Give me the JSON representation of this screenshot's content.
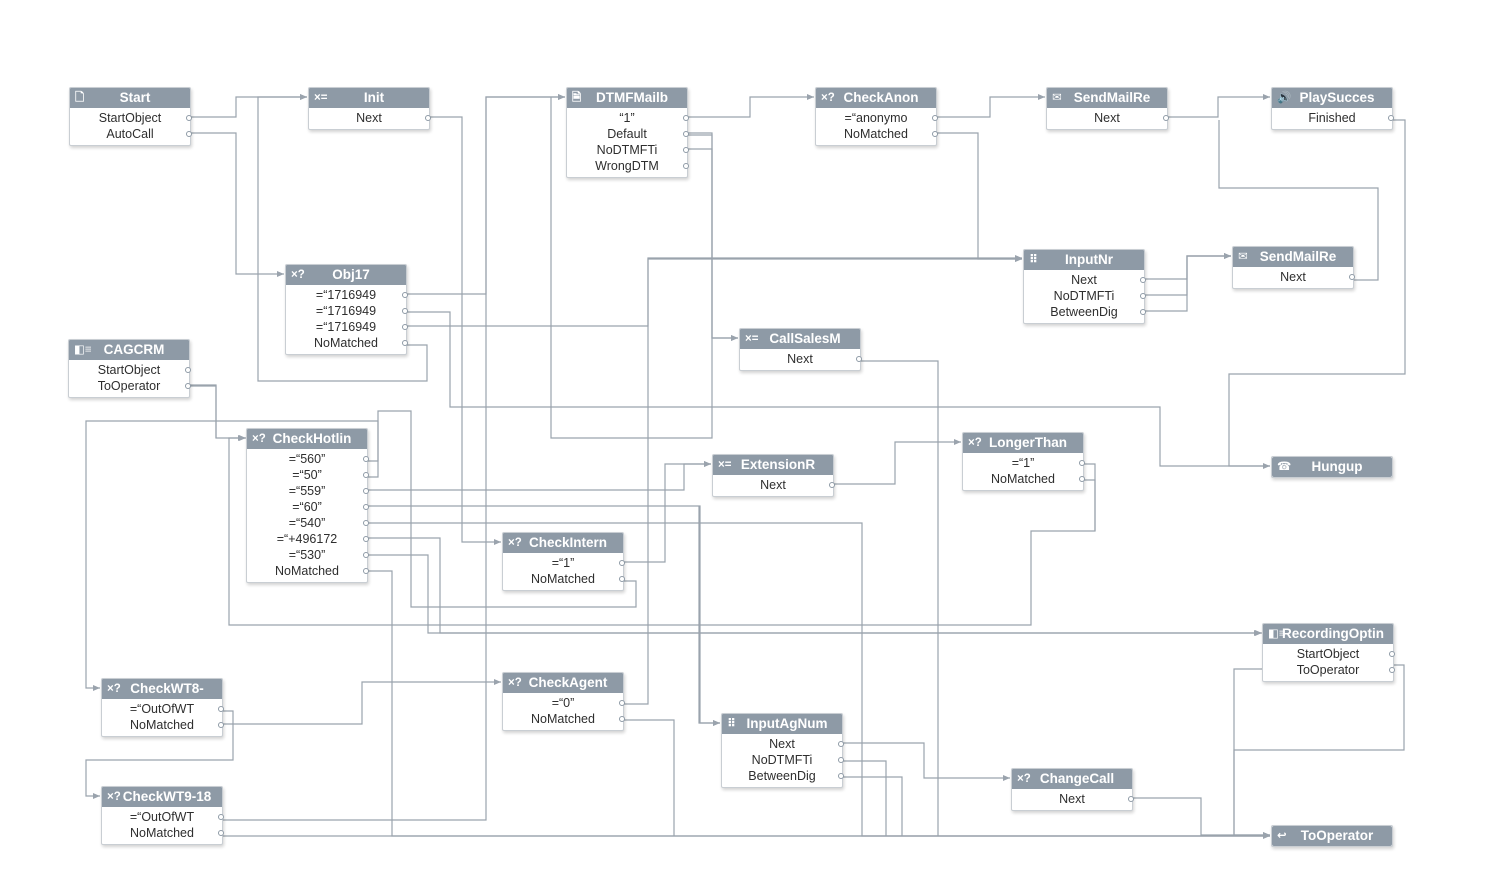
{
  "colors": {
    "header": "#8e9aa6",
    "wire": "#9aa3ad",
    "text": "#2e2e2e"
  },
  "nodes": [
    {
      "id": "start",
      "icon": "page-icon",
      "glyph": "🗋",
      "title": "Start",
      "outputs": [
        "StartObject",
        "AutoCall"
      ]
    },
    {
      "id": "init",
      "icon": "assign-icon",
      "glyph": "×=",
      "title": "Init",
      "outputs": [
        "Next"
      ]
    },
    {
      "id": "dtmf",
      "icon": "document-icon",
      "glyph": "🗎",
      "title": "DTMFMailb",
      "outputs": [
        "“1”",
        "Default",
        "NoDTMFTi",
        "WrongDTM"
      ]
    },
    {
      "id": "checkanon",
      "icon": "condition-icon",
      "glyph": "×?",
      "title": "CheckAnon",
      "outputs": [
        "=“anonymo",
        "NoMatched"
      ]
    },
    {
      "id": "sendmail1",
      "icon": "envelope-icon",
      "glyph": "✉",
      "title": "SendMailRe",
      "outputs": [
        "Next"
      ]
    },
    {
      "id": "playsucces",
      "icon": "speaker-icon",
      "glyph": "🔊",
      "title": "PlaySucces",
      "outputs": [
        "Finished"
      ]
    },
    {
      "id": "obj17",
      "icon": "condition-icon",
      "glyph": "×?",
      "title": "Obj17",
      "outputs": [
        "=“1716949",
        "=“1716949",
        "=“1716949",
        "NoMatched"
      ]
    },
    {
      "id": "inputnr",
      "icon": "keypad-icon",
      "glyph": "⠿",
      "title": "InputNr",
      "outputs": [
        "Next",
        "NoDTMFTi",
        "BetweenDig"
      ]
    },
    {
      "id": "sendmail2",
      "icon": "envelope-icon",
      "glyph": "✉",
      "title": "SendMailRe",
      "outputs": [
        "Next"
      ]
    },
    {
      "id": "cagcrm",
      "icon": "script-icon",
      "glyph": "◧≡",
      "title": "CAGCRM",
      "outputs": [
        "StartObject",
        "ToOperator"
      ]
    },
    {
      "id": "callsales",
      "icon": "assign-icon",
      "glyph": "×=",
      "title": "CallSalesM",
      "outputs": [
        "Next"
      ]
    },
    {
      "id": "checkhotlin",
      "icon": "condition-icon",
      "glyph": "×?",
      "title": "CheckHotlin",
      "outputs": [
        "=“560”",
        "=“50”",
        "=“559”",
        "=“60”",
        "=“540”",
        "=“+496172",
        "=“530”",
        "NoMatched"
      ]
    },
    {
      "id": "extensionr",
      "icon": "assign-icon",
      "glyph": "×=",
      "title": "ExtensionR",
      "outputs": [
        "Next"
      ]
    },
    {
      "id": "longerthan",
      "icon": "condition-icon",
      "glyph": "×?",
      "title": "LongerThan",
      "outputs": [
        "=“1”",
        "NoMatched"
      ]
    },
    {
      "id": "hungup",
      "icon": "hangup-icon",
      "glyph": "☎",
      "title": "Hungup",
      "outputs": []
    },
    {
      "id": "checkintern",
      "icon": "condition-icon",
      "glyph": "×?",
      "title": "CheckIntern",
      "outputs": [
        "=“1”",
        "NoMatched"
      ]
    },
    {
      "id": "recording",
      "icon": "script-icon",
      "glyph": "◧≡",
      "title": "RecordingOptin",
      "outputs": [
        "StartObject",
        "ToOperator"
      ]
    },
    {
      "id": "checkwt8",
      "icon": "condition-icon",
      "glyph": "×?",
      "title": "CheckWT8-",
      "outputs": [
        "=“OutOfWT",
        "NoMatched"
      ]
    },
    {
      "id": "checkagent",
      "icon": "condition-icon",
      "glyph": "×?",
      "title": "CheckAgent",
      "outputs": [
        "=“0”",
        "NoMatched"
      ]
    },
    {
      "id": "inputagnum",
      "icon": "keypad-icon",
      "glyph": "⠿",
      "title": "InputAgNum",
      "outputs": [
        "Next",
        "NoDTMFTi",
        "BetweenDig"
      ]
    },
    {
      "id": "changecall",
      "icon": "condition-icon",
      "glyph": "×?",
      "title": "ChangeCall",
      "outputs": [
        "Next"
      ]
    },
    {
      "id": "checkwt918",
      "icon": "condition-icon",
      "glyph": "×?",
      "title": "CheckWT9-18",
      "outputs": [
        "=“OutOfWT",
        "NoMatched"
      ]
    },
    {
      "id": "tooperator",
      "icon": "return-icon",
      "glyph": "↩",
      "title": "ToOperator",
      "outputs": []
    }
  ]
}
